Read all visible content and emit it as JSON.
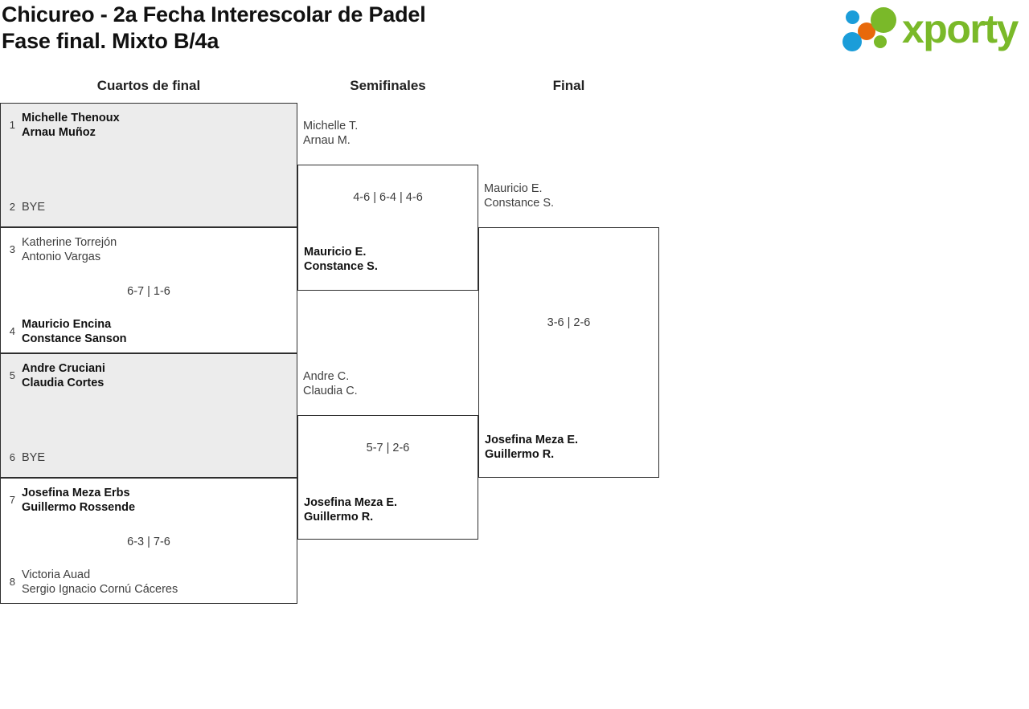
{
  "header": {
    "title_line1": "Chicureo - 2a Fecha Interescolar de Padel",
    "title_line2": "Fase final. Mixto B/4a",
    "logo_word": "xporty",
    "logo_colors": {
      "green": "#7ab929",
      "blue": "#1b9dd9",
      "orange": "#e8690b"
    }
  },
  "rounds": [
    {
      "label": "Cuartos de final"
    },
    {
      "label": "Semifinales"
    },
    {
      "label": "Final"
    }
  ],
  "bracket": {
    "quarterfinals": [
      {
        "is_bye_match": true,
        "top": {
          "seed": "1",
          "name1": "Michelle Thenoux",
          "name2": "Arnau Muñoz",
          "result": "winner"
        },
        "bottom": {
          "seed": "2",
          "name1": "BYE",
          "name2": "",
          "result": "bye"
        },
        "score": ""
      },
      {
        "is_bye_match": false,
        "top": {
          "seed": "3",
          "name1": "Katherine Torrejón",
          "name2": "Antonio Vargas",
          "result": "loser"
        },
        "bottom": {
          "seed": "4",
          "name1": "Mauricio Encina",
          "name2": "Constance Sanson",
          "result": "winner"
        },
        "score": "6-7 | 1-6"
      },
      {
        "is_bye_match": true,
        "top": {
          "seed": "5",
          "name1": "Andre Cruciani",
          "name2": "Claudia Cortes",
          "result": "winner"
        },
        "bottom": {
          "seed": "6",
          "name1": "BYE",
          "name2": "",
          "result": "bye"
        },
        "score": ""
      },
      {
        "is_bye_match": false,
        "top": {
          "seed": "7",
          "name1": "Josefina Meza Erbs",
          "name2": "Guillermo Rossende",
          "result": "winner"
        },
        "bottom": {
          "seed": "8",
          "name1": "Victoria Auad",
          "name2": "Sergio Ignacio Cornú Cáceres",
          "result": "loser"
        },
        "score": "6-3 | 7-6"
      }
    ],
    "semifinals": [
      {
        "top": {
          "name1": "Michelle T.",
          "name2": "Arnau M.",
          "result": "loser"
        },
        "bottom": {
          "name1": "Mauricio E.",
          "name2": "Constance S.",
          "result": "winner"
        },
        "score": "4-6 | 6-4 | 4-6"
      },
      {
        "top": {
          "name1": "Andre C.",
          "name2": "Claudia C.",
          "result": "loser"
        },
        "bottom": {
          "name1": "Josefina Meza E.",
          "name2": "Guillermo R.",
          "result": "winner"
        },
        "score": "5-7 | 2-6"
      }
    ],
    "final": {
      "top": {
        "name1": "Mauricio E.",
        "name2": "Constance S.",
        "result": "loser"
      },
      "bottom": {
        "name1": "Josefina Meza E.",
        "name2": "Guillermo R.",
        "result": "winner"
      },
      "score": "3-6 | 2-6"
    }
  }
}
